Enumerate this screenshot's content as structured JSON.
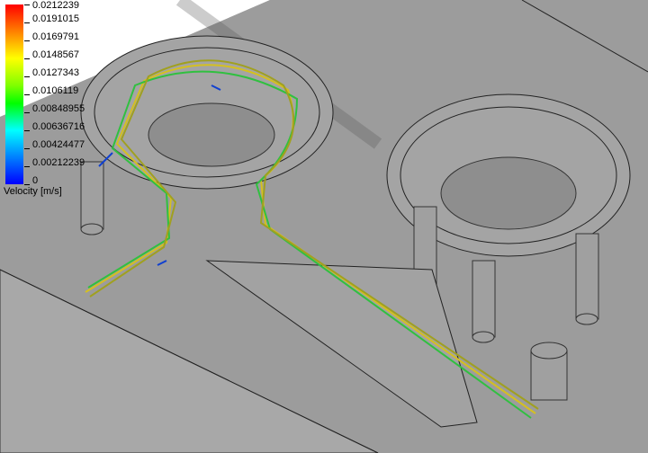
{
  "legend": {
    "title": "Velocity [m/s]",
    "values": [
      "0.0212239",
      "0.0191015",
      "0.0169791",
      "0.0148567",
      "0.0127343",
      "0.0106119",
      "0.00848955",
      "0.00636716",
      "0.00424477",
      "0.00212239",
      "0"
    ]
  },
  "colors": {
    "max": "#ff0000",
    "mid": "#00ff00",
    "min": "#0000ff",
    "part": "#9a9a9a"
  }
}
